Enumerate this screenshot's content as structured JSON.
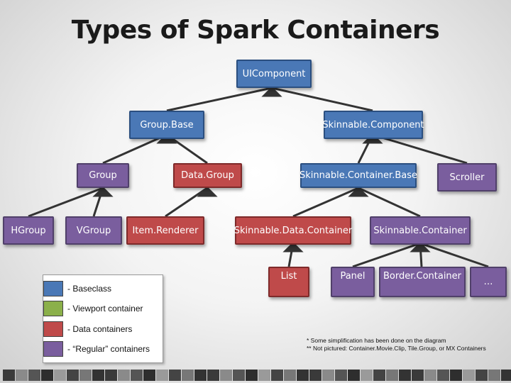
{
  "title": "Types of Spark Containers",
  "colors": {
    "baseclass": "#4a78b6",
    "viewport": "#8bb04a",
    "data": "#bf4a4a",
    "regular": "#7a5e9e",
    "connector": "#333333"
  },
  "nodes": {
    "uicomponent": "UIComponent",
    "groupbase": "Group.Base",
    "skinnablecomponent": "Skinnable.Component",
    "group": "Group",
    "datagroup": "Data.Group",
    "skinnablecontainerbase": "Skinnable.Container.Base",
    "scroller": "Scroller",
    "hgroup": "HGroup",
    "vgroup": "VGroup",
    "itemrenderer": "Item.Renderer",
    "skinnabledatacontainer": "Skinnable.Data.Container",
    "skinnablecontainer": "Skinnable.Container",
    "list": "List",
    "panel": "Panel",
    "bordercontainer": "Border.Container",
    "more": "…"
  },
  "legend": [
    {
      "label": "- Baseclass",
      "color": "#4a78b6"
    },
    {
      "label": "- Viewport container",
      "color": "#8bb04a"
    },
    {
      "label": "- Data containers",
      "color": "#bf4a4a"
    },
    {
      "label": "- “Regular” containers",
      "color": "#7a5e9e"
    }
  ],
  "notes": {
    "line1": "* Some simplification has been done on the diagram",
    "line2": "** Not pictured: Container.Movie.Clip, Tile.Group, or MX Containers"
  }
}
